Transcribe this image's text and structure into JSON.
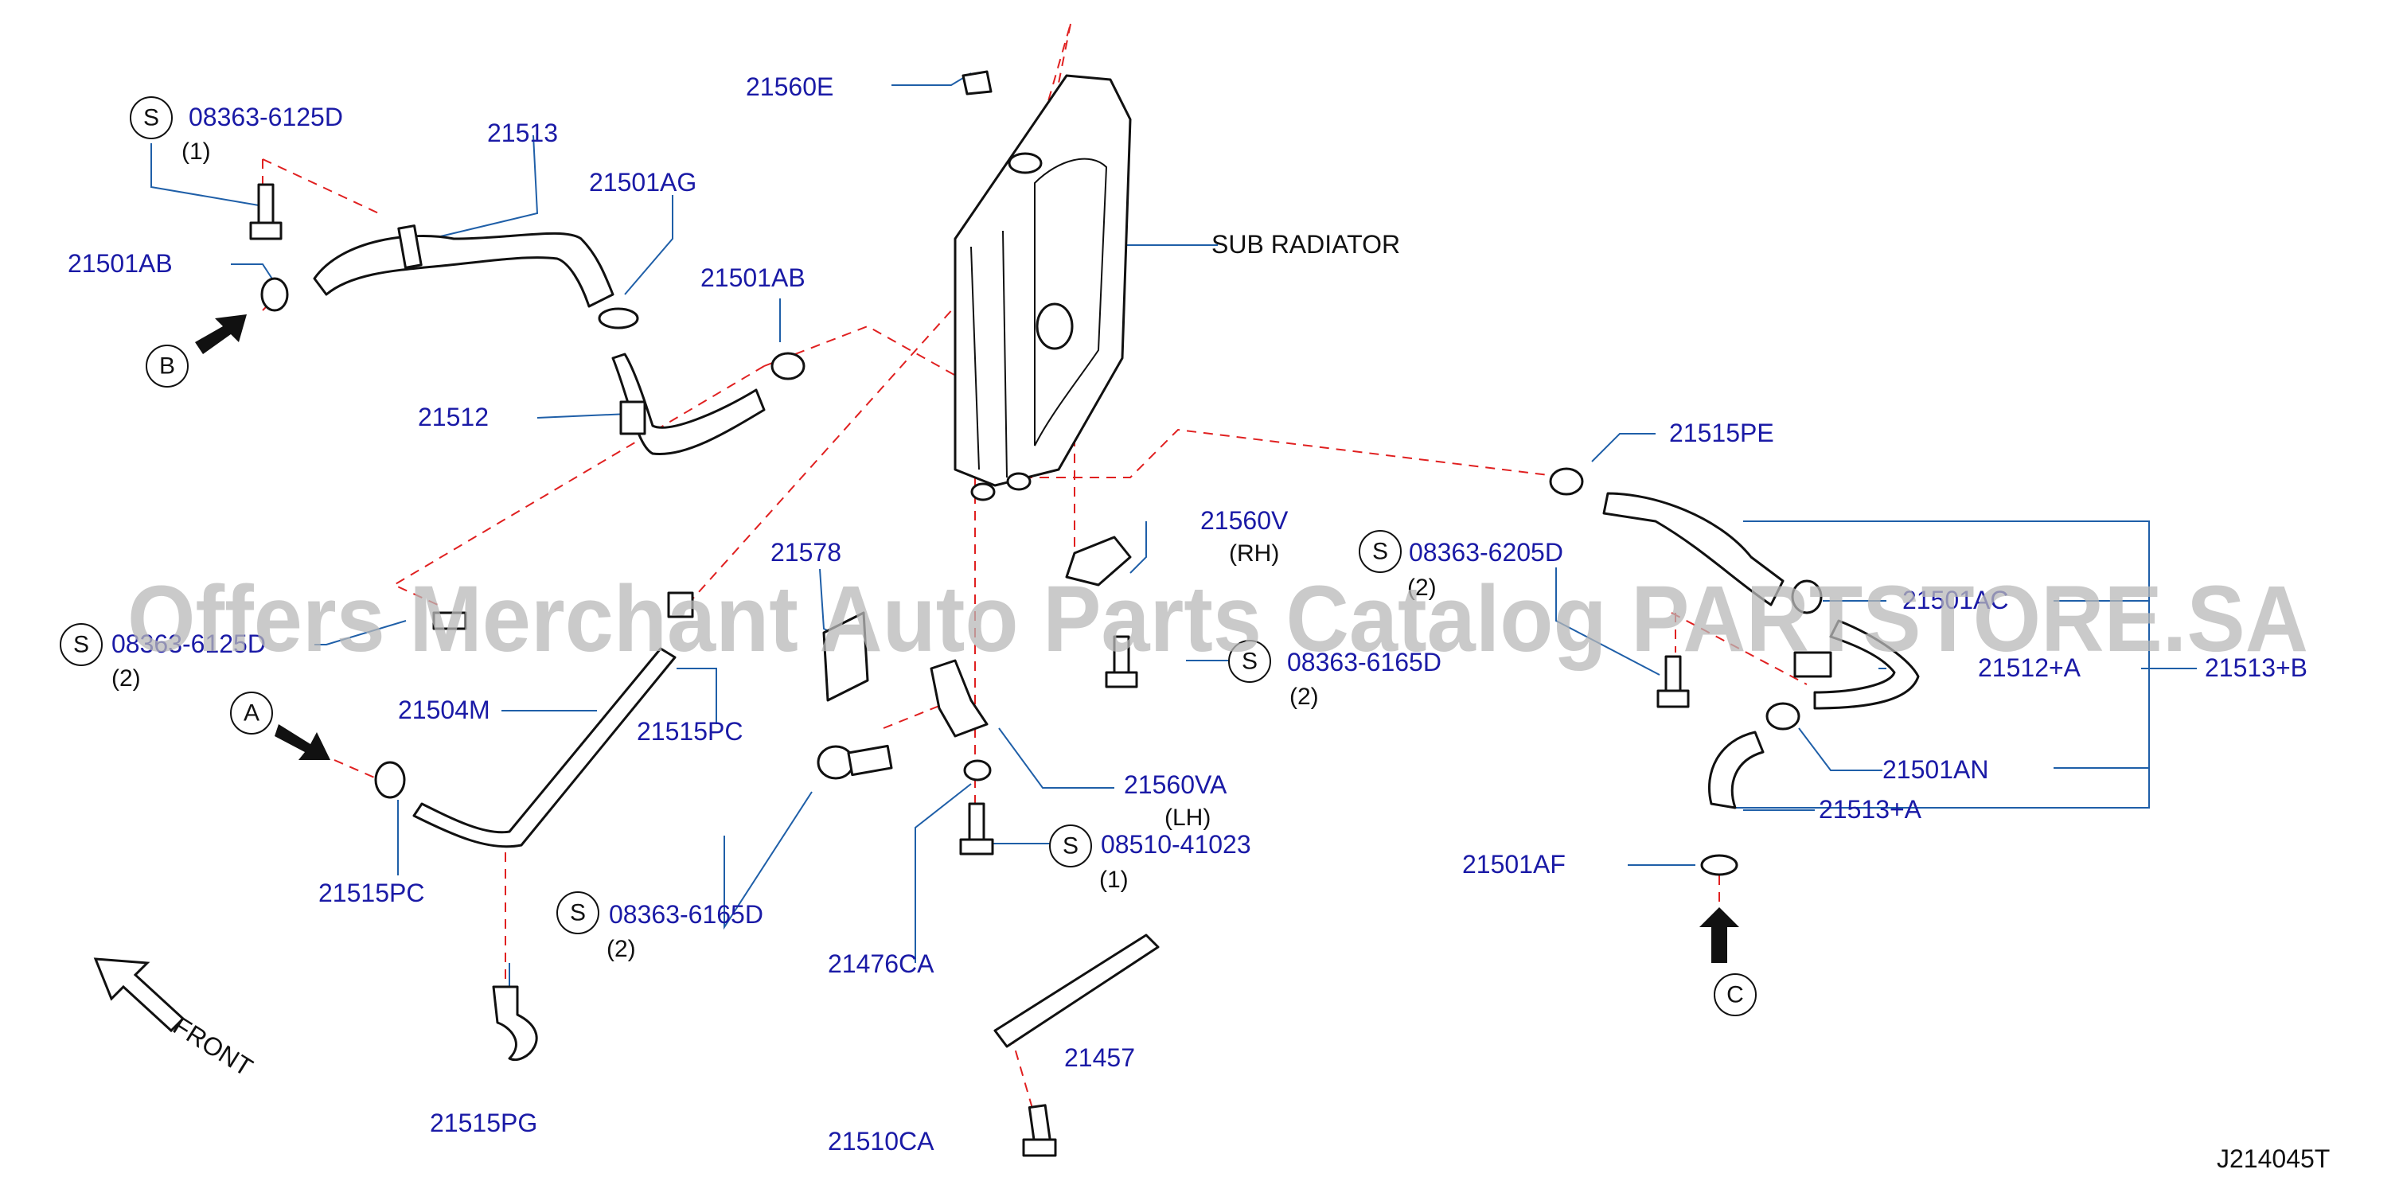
{
  "diagram": {
    "sheet_code": "J214045T",
    "sub_radiator_label": "SUB RADIATOR",
    "front_label": "FRONT",
    "watermark": "Offers Merchant Auto Parts Catalog PARTSTORE.SA"
  },
  "parts": {
    "p08363_6125D_top": "08363-6125D",
    "p08363_6125D_top_qty": "(1)",
    "p21513": "21513",
    "p21501AG": "21501AG",
    "p21501AB_left": "21501AB",
    "p21501AB_mid": "21501AB",
    "p21560E": "21560E",
    "p21512": "21512",
    "p21578": "21578",
    "p08363_6125D_low": "08363-6125D",
    "p08363_6125D_low_qty": "(2)",
    "p21504M": "21504M",
    "p21515PC_upper": "21515PC",
    "p21515PC_lower": "21515PC",
    "p21515PG": "21515PG",
    "p08363_6165D_left": "08363-6165D",
    "p08363_6165D_left_qty": "(2)",
    "p21476CA": "21476CA",
    "p21560VA": "21560VA",
    "p21560VA_side": "(LH)",
    "p08510_41023": "08510-41023",
    "p08510_41023_qty": "(1)",
    "p21457": "21457",
    "p21510CA": "21510CA",
    "p21560V": "21560V",
    "p21560V_side": "(RH)",
    "p08363_6165D_right": "08363-6165D",
    "p08363_6165D_right_qty": "(2)",
    "p21515PE": "21515PE",
    "p08363_6205D": "08363-6205D",
    "p08363_6205D_qty": "(2)",
    "p21501AC": "21501AC",
    "p21512A": "21512+A",
    "p21513B": "21513+B",
    "p21501AN": "21501AN",
    "p21513A": "21513+A",
    "p21501AF": "21501AF"
  },
  "markers": {
    "s": "S",
    "a": "A",
    "b": "B",
    "c": "C"
  }
}
